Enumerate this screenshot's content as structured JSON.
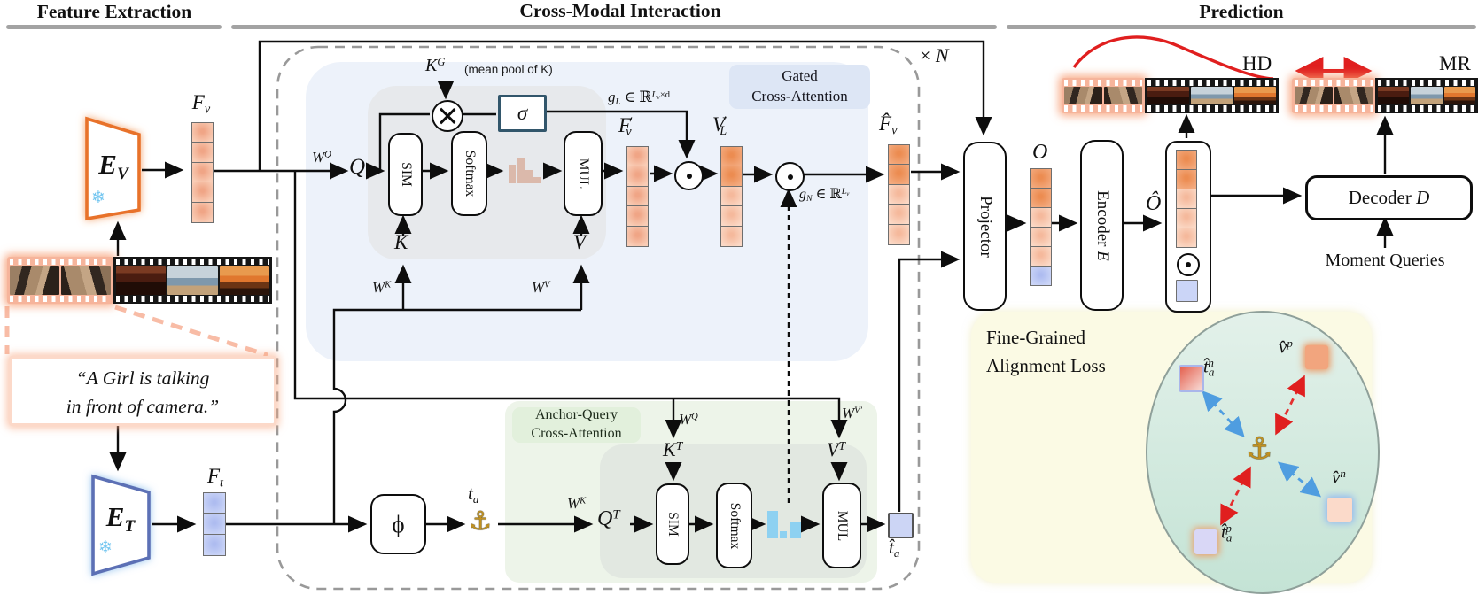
{
  "headers": {
    "left": "Feature Extraction",
    "center": "Cross-Modal Interaction",
    "right": "Prediction"
  },
  "icons": {
    "snowflake": "❄",
    "anchor": "⚓"
  },
  "colors": {
    "video_encoder_accent": "#e8722c",
    "text_encoder_accent": "#5b6fb5",
    "highlight_glow": "#f6a988",
    "cell_orange": "#f3ab80",
    "cell_orange_light": "#f9cdb6",
    "cell_blue": "#cbd5f7",
    "gated_region": "#edf2fa",
    "anchor_region": "#edf4e9",
    "loss_panel": "#fbfae4",
    "red_accent": "#e01f1f",
    "blue_arrow": "#4f9de0"
  },
  "left": {
    "ev_base": "E",
    "ev_sub": "V",
    "fv_base": "F",
    "fv_sub": "v",
    "quote1": "“A Girl is talking",
    "quote2": "in front of camera.”",
    "et_base": "E",
    "et_sub": "T",
    "ft_base": "F",
    "ft_sub": "t"
  },
  "gated": {
    "title1": "Gated",
    "title2": "Cross-Attention",
    "wq_base": "W",
    "wq_sup": "Q",
    "q": "Q",
    "kg_base": "K",
    "kg_sup": "G",
    "kg_note": "(mean pool of K)",
    "sigma": "σ",
    "gl_base": "g",
    "gl_sub": "L",
    "gl_mid": "∈ ℝ",
    "gl_sup1": "L",
    "gl_sup2": "v",
    "gl_sup3": "×d",
    "sim": "SIM",
    "softmax": "Softmax",
    "mul": "MUL",
    "k": "K",
    "v": "V",
    "wk_base": "W",
    "wk_sup": "K",
    "wv_base": "W",
    "wv_sup": "V",
    "fvp_base": "F",
    "fvp_sup": "′",
    "fvp_sub": "v",
    "vlp_base": "V",
    "vlp_sup": "′",
    "vlp_sub": "L",
    "gn_base": "g",
    "gn_sub": "N",
    "gn_mid": "∈ ℝ",
    "gn_sup1": "L",
    "gn_sup2": "v",
    "fvhat_base": "F̂",
    "fvhat_sub": "v"
  },
  "loop": {
    "times": "×",
    "n": "N"
  },
  "anchorq": {
    "title1": "Anchor-Query",
    "title2": "Cross-Attention",
    "phi": "ϕ",
    "ta_base": "t",
    "ta_sub": "a",
    "wk_base": "W",
    "wk_sup": "K",
    "qt_base": "Q",
    "qt_sup": "T",
    "wq_base": "W",
    "wq_sup": "Q",
    "kt_base": "K",
    "kt_sup": "T",
    "wvp_base": "W",
    "wvp_sup": "V′",
    "vt_base": "V",
    "vt_sup": "T",
    "sim": "SIM",
    "softmax": "Softmax",
    "mul": "MUL",
    "tahat_base": "t̂",
    "tahat_sub": "a"
  },
  "flow": {
    "projector": "Projector",
    "o": "O",
    "encoder": "Encoder ",
    "encoder_e": "E",
    "ohat": "Ô",
    "decoder": "Decoder ",
    "decoder_d": "D",
    "moment_queries": "Moment Queries",
    "hd": "HD",
    "mr": "MR"
  },
  "loss": {
    "title1": "Fine-Grained",
    "title2": "Alignment Loss",
    "tan_base": "t̂",
    "tan_sub": "a",
    "tan_sup": "n",
    "vp_base": "v̂",
    "vp_sup": "p",
    "vn_base": "v̂",
    "vn_sup": "n",
    "tap_base": "t̂",
    "tap_sub": "a",
    "tap_sup": "p"
  }
}
